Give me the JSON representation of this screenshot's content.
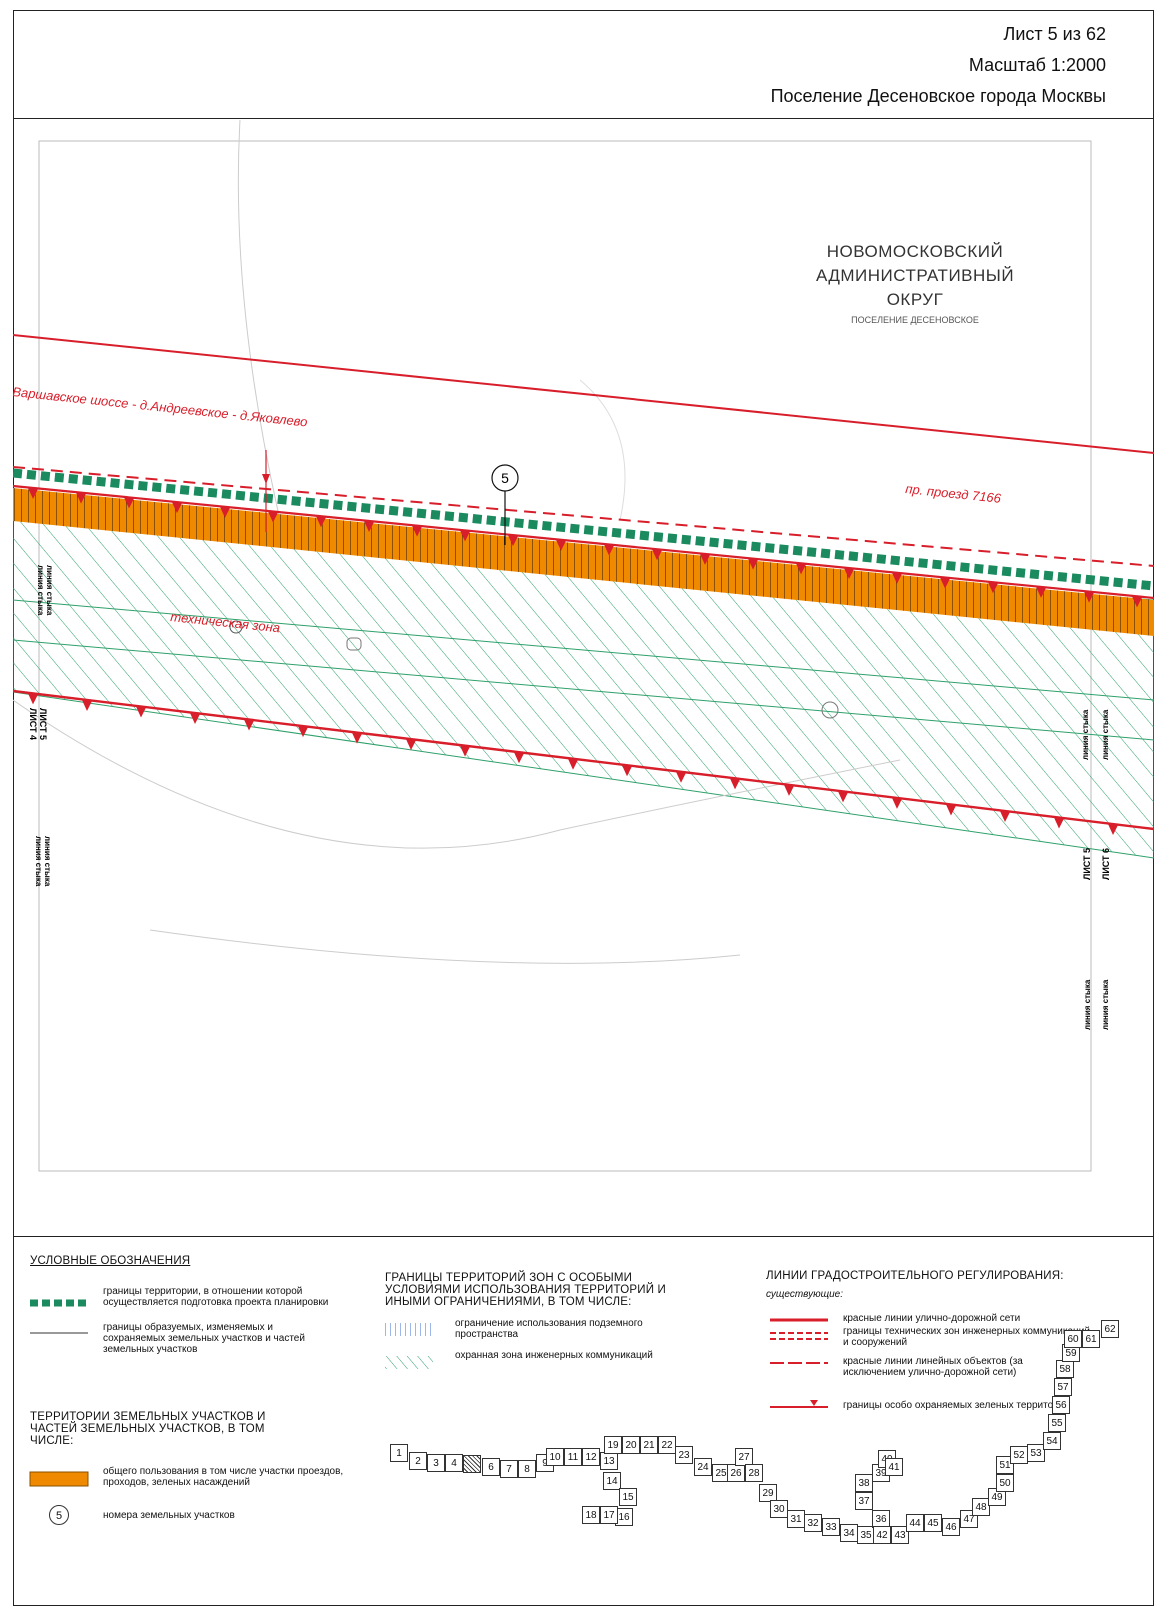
{
  "header": {
    "sheet": "Лист 5 из 62",
    "scale": "Масштаб 1:2000",
    "settlement": "Поселение Десеновское города Москвы"
  },
  "map": {
    "district": [
      "НОВОМОСКОВСКИЙ",
      "АДМИНИСТРАТИВНЫЙ",
      "ОКРУГ"
    ],
    "settlement_small": "ПОСЕЛЕНИЕ ДЕСЕНОВСКОЕ",
    "road_label": "Варшавское шоссе - д.Андреевское - д.Яковлево",
    "passage_label": "пр. проезд 7166",
    "tech_zone_label": "техническая зона",
    "plot_number": "5",
    "junction_labels": {
      "left_top_a": "линия стыка",
      "left_top_b": "линия стыка",
      "left_sheet5": "ЛИСТ 5",
      "left_sheet4": "ЛИСТ 4",
      "left_bottom_a": "линия стыка",
      "left_bottom_b": "линия стыка",
      "right_top_a": "линия стыка",
      "right_top_b": "линия стыка",
      "right_sheet5": "ЛИСТ 5",
      "right_sheet6": "ЛИСТ 6",
      "right_bottom_a": "линия стыка",
      "right_bottom_b": "линия стыка"
    }
  },
  "legend": {
    "title": "УСЛОВНЫЕ ОБОЗНАЧЕНИЯ",
    "items_left": [
      "границы территории, в отношении которой осуществляется подготовка проекта планировки",
      "границы образуемых, изменяемых и сохраняемых земельных участков и частей земельных участков"
    ],
    "plots_title": "ТЕРРИТОРИИ ЗЕМЕЛЬНЫХ УЧАСТКОВ И ЧАСТЕЙ ЗЕМЕЛЬНЫХ УЧАСТКОВ, В ТОМ ЧИСЛЕ:",
    "plots_items": [
      "общего пользования в том числе участки проездов, проходов, зеленых насаждений",
      "номера земельных участков"
    ],
    "plots_circle": "5",
    "zones_title": "ГРАНИЦЫ ТЕРРИТОРИЙ ЗОН С ОСОБЫМИ УСЛОВИЯМИ ИСПОЛЬЗОВАНИЯ ТЕРРИТОРИЙ И ИНЫМИ ОГРАНИЧЕНИЯМИ, В ТОМ ЧИСЛЕ:",
    "zones_items": [
      "ограничение использования подземного пространства",
      "охранная зона инженерных коммуникаций"
    ],
    "lines_title": "ЛИНИИ ГРАДОСТРОИТЕЛЬНОГО РЕГУЛИРОВАНИЯ:",
    "lines_sub": "существующие:",
    "lines_items": [
      "красные линии улично-дорожной сети",
      "границы технических зон инженерных коммуникаций и сооружений",
      "красные линии линейных объектов (за исключением улично-дорожной сети)",
      "границы особо охраняемых зеленых территорий"
    ]
  },
  "sheet_index": [
    "1",
    "2",
    "3",
    "4",
    "6",
    "7",
    "8",
    "9",
    "10",
    "11",
    "12",
    "13",
    "14",
    "15",
    "16",
    "17",
    "18",
    "19",
    "20",
    "21",
    "22",
    "23",
    "24",
    "25",
    "26",
    "27",
    "28",
    "29",
    "30",
    "31",
    "32",
    "33",
    "34",
    "35",
    "36",
    "37",
    "38",
    "39",
    "40",
    "41",
    "42",
    "43",
    "44",
    "45",
    "46",
    "47",
    "48",
    "49",
    "50",
    "51",
    "52",
    "53",
    "54",
    "55",
    "56",
    "57",
    "58",
    "59",
    "60",
    "61",
    "62"
  ],
  "colors": {
    "red_line": "#d81e2a",
    "green_dash": "#1b8a5e",
    "orange": "#ef8a00",
    "hatch": "#2ea06a"
  }
}
